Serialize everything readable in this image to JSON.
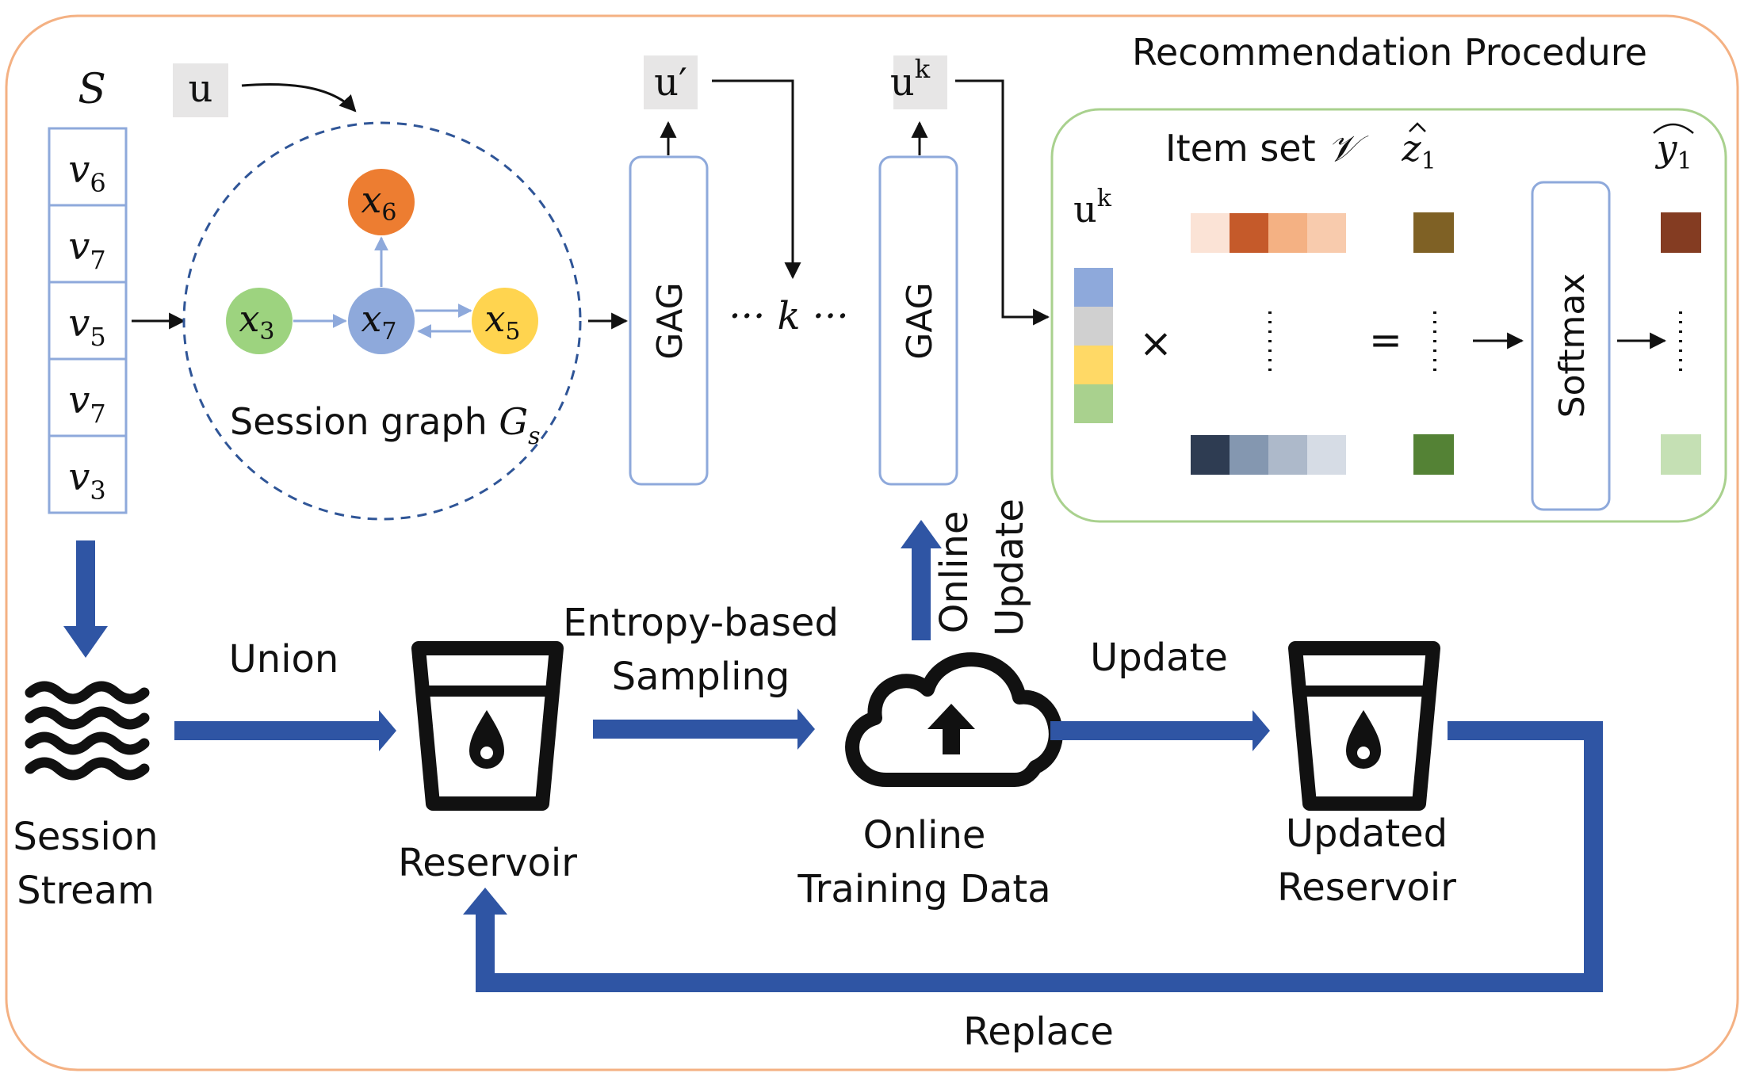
{
  "title": "Recommendation Procedure",
  "sequence": {
    "label": "S",
    "items": [
      {
        "base": "v",
        "sub": "6"
      },
      {
        "base": "v",
        "sub": "7"
      },
      {
        "base": "v",
        "sub": "5"
      },
      {
        "base": "v",
        "sub": "7"
      },
      {
        "base": "v",
        "sub": "3"
      }
    ]
  },
  "user_vector": {
    "u": "u",
    "u_prime": "u′",
    "u_k_base": "u",
    "u_k_sup": "k"
  },
  "session_graph": {
    "label": "Session graph ",
    "label_math_base": "G",
    "label_math_sub": "s",
    "nodes": [
      {
        "id": "x6",
        "base": "x",
        "sub": "6",
        "color": "#ED7D31"
      },
      {
        "id": "x3",
        "base": "x",
        "sub": "3",
        "color": "#9DD37F"
      },
      {
        "id": "x7",
        "base": "x",
        "sub": "7",
        "color": "#8EA9DB"
      },
      {
        "id": "x5",
        "base": "x",
        "sub": "5",
        "color": "#FFD44F"
      }
    ]
  },
  "gag": {
    "label": "GAG",
    "repeat_label": "··· k ···"
  },
  "item_set": {
    "label": "Item set ",
    "label_math": "𝒱",
    "z_base": "z",
    "z_sub": "1",
    "y_base": "y",
    "y_sub": "1",
    "times": "×",
    "equals": "=",
    "softmax": "Softmax",
    "user_colors": [
      "#8EA9DB",
      "#D0D0D0",
      "#FFD966",
      "#A9D18E"
    ],
    "top_row_colors": [
      "#FBE3D6",
      "#C55A2A",
      "#F4B183",
      "#F8CBAD"
    ],
    "bottom_row_colors": [
      "#2E3C52",
      "#8497B0",
      "#ADB9CA",
      "#D6DCE5"
    ],
    "z_colors": [
      "#7F6125",
      "#548235"
    ],
    "y_colors": [
      "#843C22",
      "#C5E0B4"
    ]
  },
  "colors": {
    "outer_border": "#F4B183",
    "inner_border": "#A9D18E",
    "arrow_blue": "#2F55A4",
    "box_blue": "#8EA9DB",
    "dashed": "#2F5597"
  },
  "flow": {
    "session_stream": [
      "Session",
      "Stream"
    ],
    "union": "Union",
    "reservoir": "Reservoir",
    "sampling": [
      "Entropy-based",
      "Sampling"
    ],
    "online_training": [
      "Online",
      "Training Data"
    ],
    "online_update": [
      "Online",
      "Update"
    ],
    "update": "Update",
    "updated_reservoir": [
      "Updated",
      "Reservoir"
    ],
    "replace": "Replace"
  },
  "icons": [
    "waves-icon",
    "reservoir-cup-icon",
    "cloud-upload-icon",
    "updated-reservoir-cup-icon"
  ]
}
